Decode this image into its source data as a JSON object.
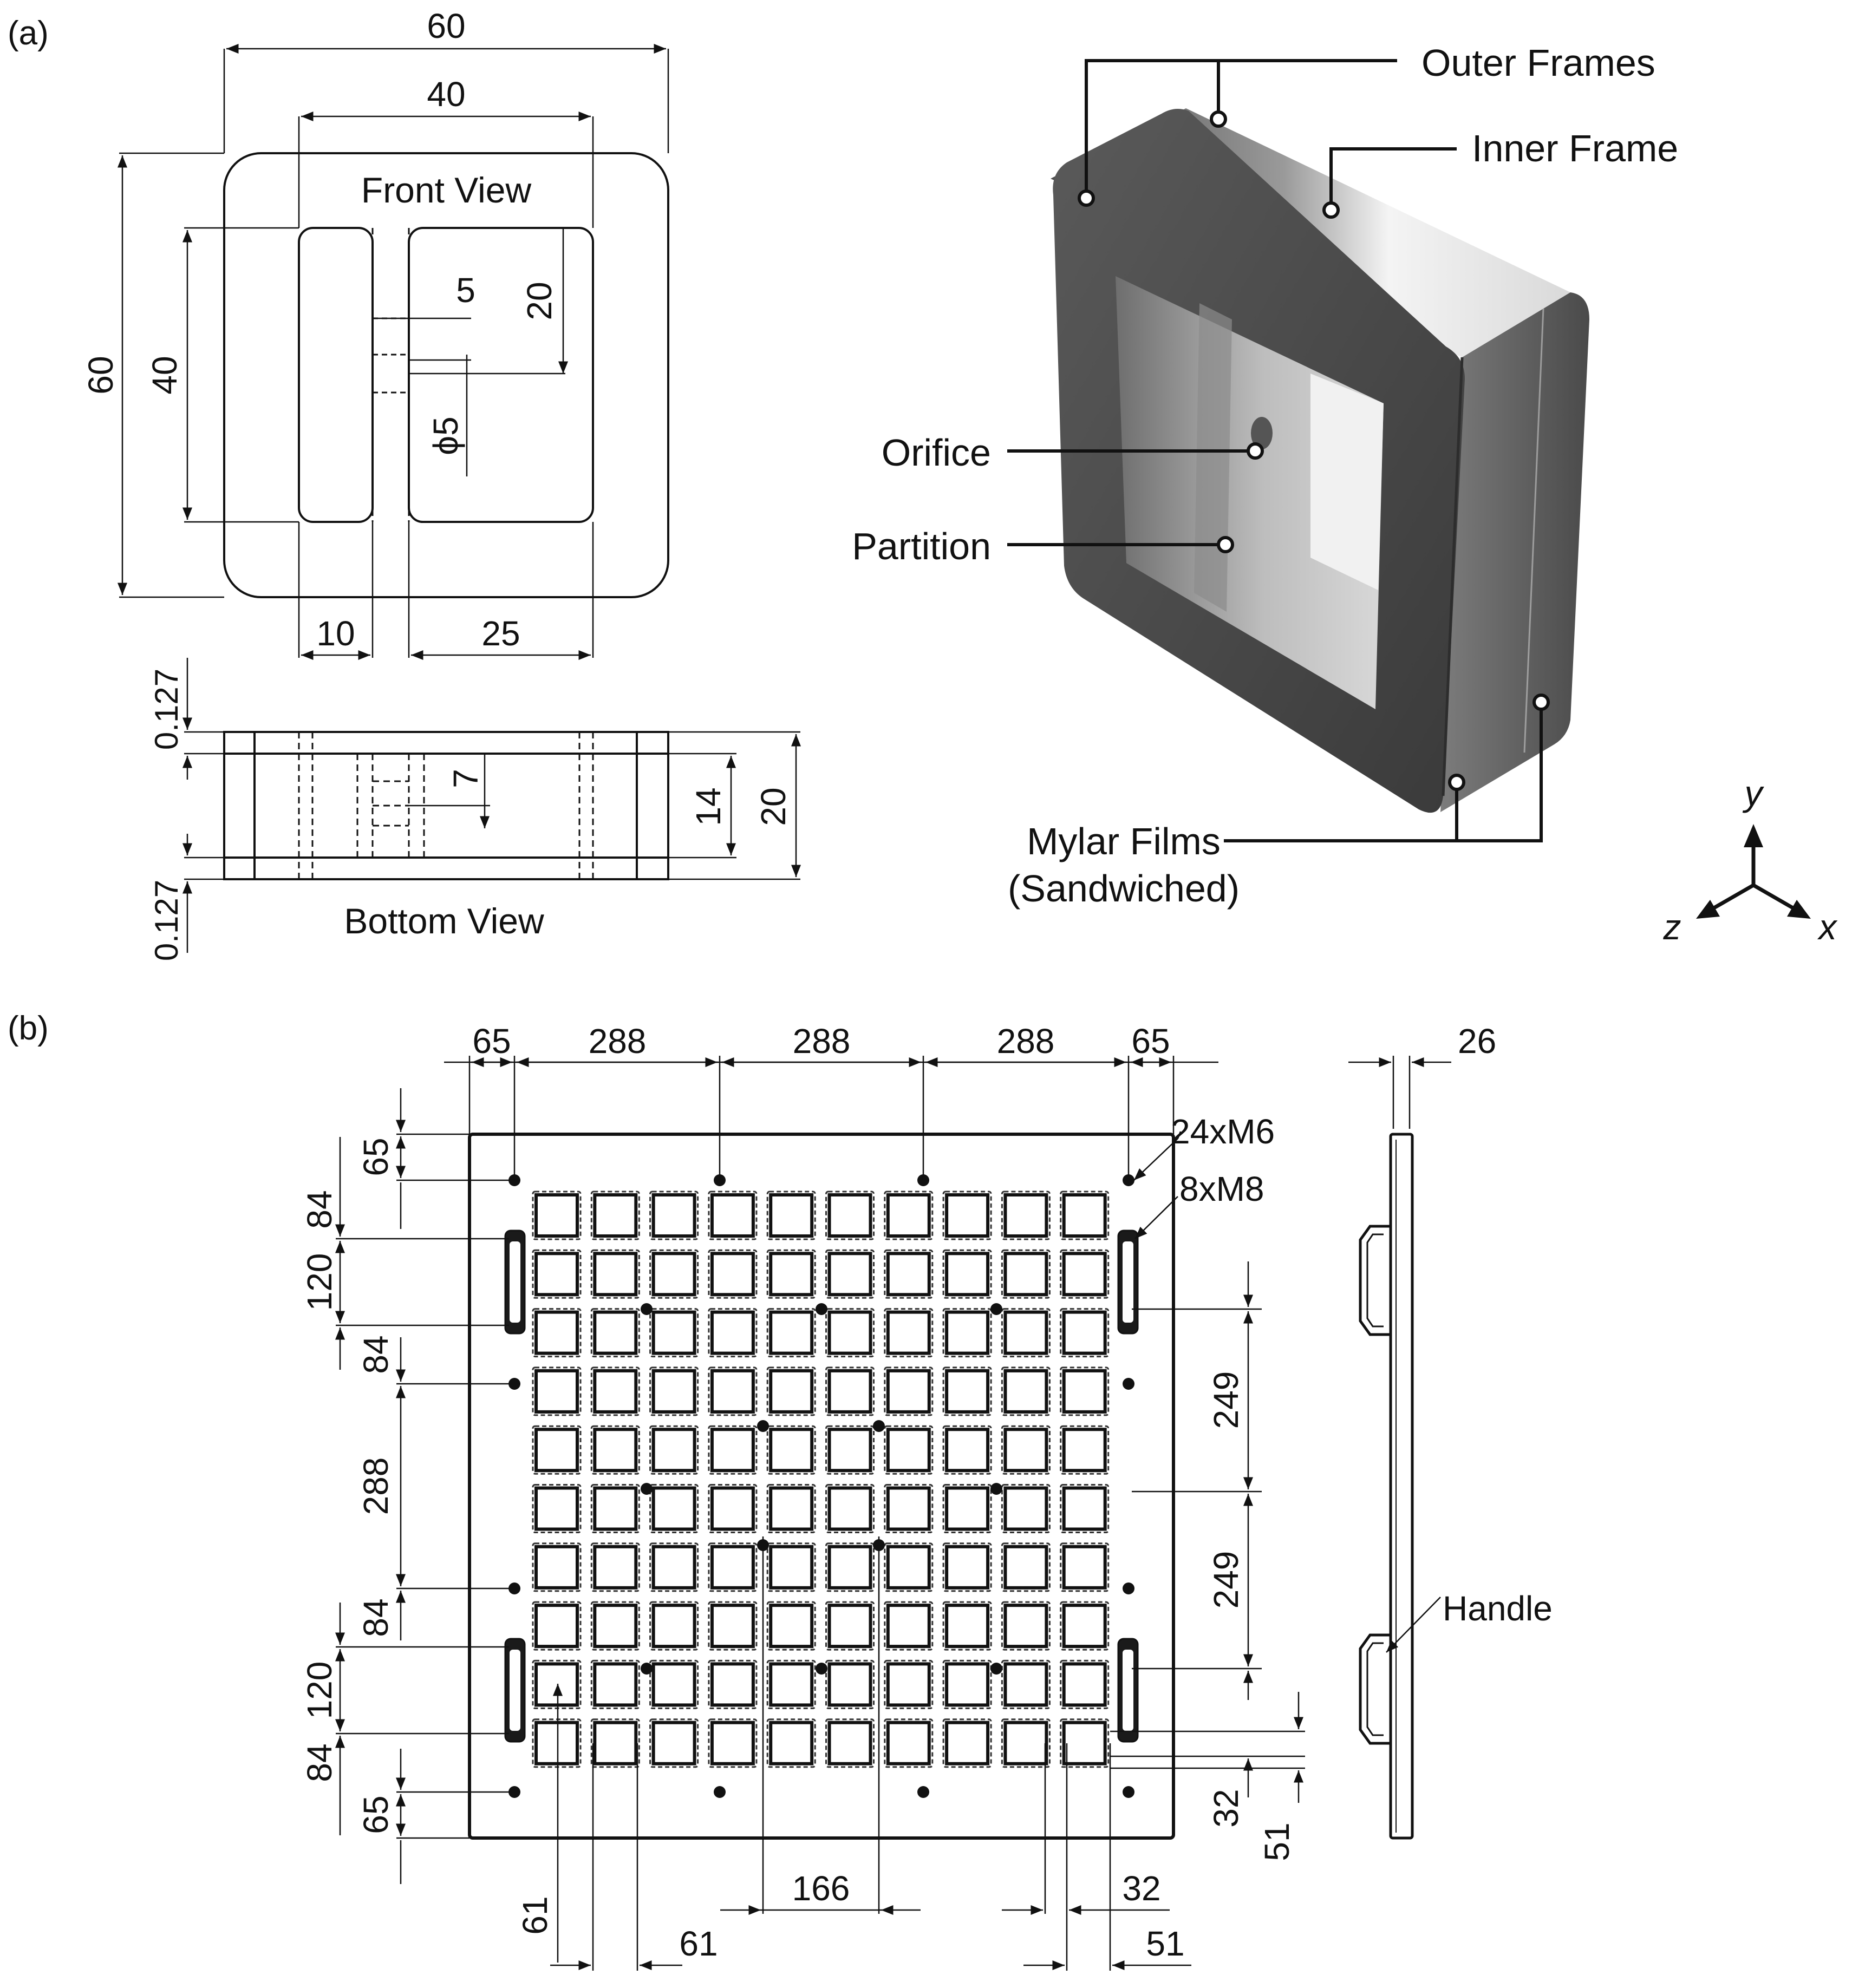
{
  "panels": {
    "a_label": "(a)",
    "b_label": "(b)"
  },
  "front_view": {
    "title": "Front View",
    "dim_overall_width": "60",
    "dim_cavity_width": "40",
    "dim_overall_height": "60",
    "dim_cavity_height": "40",
    "dim_5": "5",
    "dim_20": "20",
    "dim_orifice": "ϕ5",
    "dim_10": "10",
    "dim_25": "25"
  },
  "bottom_view": {
    "title": "Bottom View",
    "dim_film_top": "0.127",
    "dim_film_bottom": "0.127",
    "dim_7": "7",
    "dim_14": "14",
    "dim_20": "20"
  },
  "iso_callouts": {
    "outer_frames": "Outer Frames",
    "inner_frame": "Inner Frame",
    "orifice": "Orifice",
    "partition": "Partition",
    "mylar_line1": "Mylar Films",
    "mylar_line2": "(Sandwiched)"
  },
  "axes": {
    "x": "x",
    "y": "y",
    "z": "z"
  },
  "plate": {
    "top_dims": [
      "65",
      "288",
      "288",
      "288",
      "65"
    ],
    "left_dims": [
      "65",
      "84",
      "120",
      "84",
      "288",
      "84",
      "120",
      "84",
      "65"
    ],
    "right_dims": [
      "249",
      "249",
      "32",
      "51"
    ],
    "bottom_dims": [
      "61",
      "61",
      "166",
      "32",
      "51"
    ],
    "side_thickness": "26",
    "label_m6": "24xM6",
    "label_m8": "8xM8",
    "label_handle": "Handle",
    "cell_grid": {
      "rows": 10,
      "cols": 10
    }
  }
}
